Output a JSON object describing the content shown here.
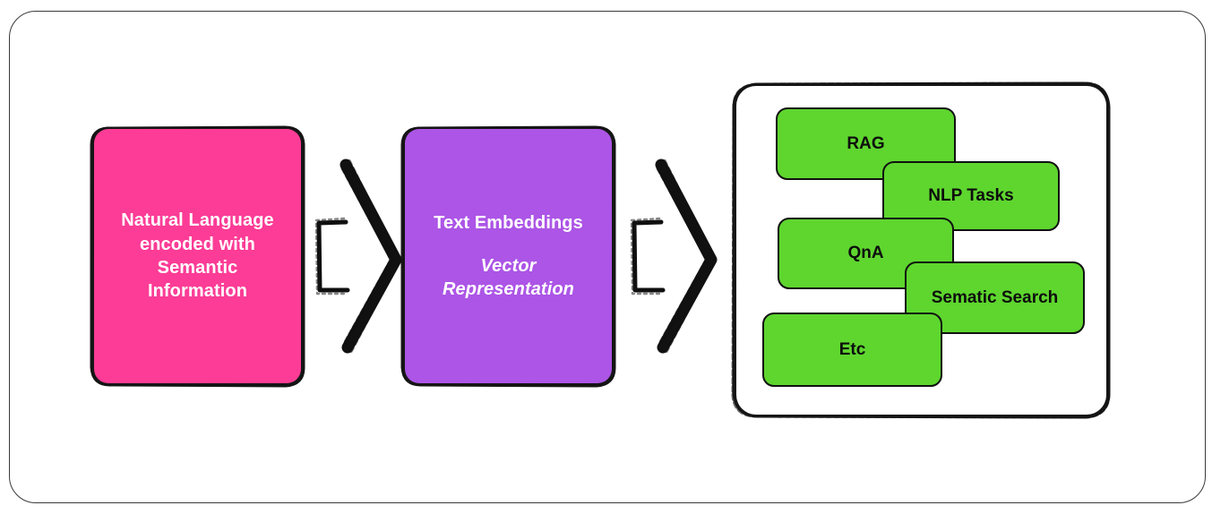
{
  "diagram": {
    "title": "Text Embeddings Pipeline",
    "background_color": "#ffffff",
    "frame_color": "#3a3a3a",
    "stroke_color": "#111111"
  },
  "stages": [
    {
      "id": "natural-language",
      "title": "Natural Language encoded with Semantic Information",
      "line1": "Natural Language",
      "line2": "encoded with",
      "line3": "Semantic",
      "line4": "Information",
      "subtitle": "",
      "color": "#fc3c96",
      "text_color": "#ffffff"
    },
    {
      "id": "text-embeddings",
      "title": "Text Embeddings",
      "line1": "Text Embeddings",
      "line2": "",
      "line3": "",
      "line4": "",
      "subtitle_line1": "Vector",
      "subtitle_line2": "Representation",
      "color": "#ac55e6",
      "text_color": "#ffffff"
    }
  ],
  "arrows": [
    {
      "id": "arrow-1",
      "label": "arrow-right",
      "direction": "right"
    },
    {
      "id": "arrow-2",
      "label": "arrow-right",
      "direction": "right"
    }
  ],
  "applications": {
    "container_label": "applications-group",
    "color": "#5ed62e",
    "text_color": "#0d0d0d",
    "items": [
      {
        "id": "rag",
        "label": "RAG"
      },
      {
        "id": "nlp-tasks",
        "label": "NLP Tasks"
      },
      {
        "id": "qna",
        "label": "QnA"
      },
      {
        "id": "sematic-search",
        "label": "Sematic Search"
      },
      {
        "id": "etc",
        "label": "Etc"
      }
    ]
  }
}
